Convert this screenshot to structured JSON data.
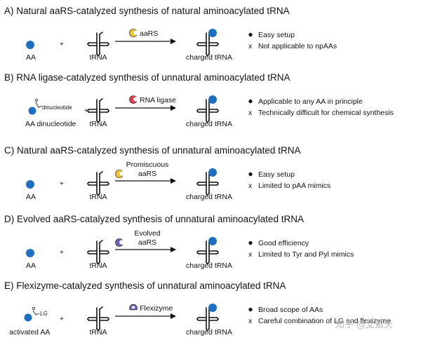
{
  "colors": {
    "aa": "#1f6fc0",
    "enzyme_yellow": "#f2c230",
    "enzyme_red": "#e4394a",
    "enzyme_purple": "#6b63b8",
    "line": "#111111"
  },
  "panels": [
    {
      "title": "A)  Natural aaRS-catalyzed synthesis of natural aminoacylated tRNA",
      "substrate_label": "AA",
      "substrate_sub": "",
      "substrate_lg": "",
      "trna_label": "tRNA",
      "enzyme_lines": [
        "aaRS"
      ],
      "enzyme_icon": "yellow-enzyme-icon",
      "product_label": "charged tRNA",
      "notes": [
        {
          "mark": "●",
          "text": "Easy setup"
        },
        {
          "mark": "x",
          "text": "Not applicable to npAAs"
        }
      ]
    },
    {
      "title": "B)  RNA ligase-catalyzed synthesis of unnatural aminoacylated tRNA",
      "substrate_label": "AA dinucleotide",
      "substrate_sub": "dinucleotide",
      "substrate_lg": "",
      "trna_label": "tRNA",
      "enzyme_lines": [
        "RNA ligase"
      ],
      "enzyme_icon": "red-enzyme-icon",
      "product_label": "charged tRNA",
      "notes": [
        {
          "mark": "●",
          "text": "Applicable to any AA in principle"
        },
        {
          "mark": "x",
          "text": "Technically difficult for chemical synthesis"
        }
      ]
    },
    {
      "title": "C)  Natural aaRS-catalyzed synthesis of unnatural aminoacylated tRNA",
      "substrate_label": "AA",
      "substrate_sub": "",
      "substrate_lg": "",
      "trna_label": "tRNA",
      "enzyme_lines": [
        "Promiscuous",
        "aaRS"
      ],
      "enzyme_icon": "yellow-enzyme-icon",
      "product_label": "charged tRNA",
      "notes": [
        {
          "mark": "●",
          "text": "Easy setup"
        },
        {
          "mark": "x",
          "text": "Limited to pAA mimics"
        }
      ]
    },
    {
      "title": "D)  Evolved aaRS-catalyzed synthesis of unnatural aminoacylated tRNA",
      "substrate_label": "AA",
      "substrate_sub": "",
      "substrate_lg": "",
      "trna_label": "tRNA",
      "enzyme_lines": [
        "Evolved",
        "aaRS"
      ],
      "enzyme_icon": "purple-enzyme-icon",
      "product_label": "charged tRNA",
      "notes": [
        {
          "mark": "●",
          "text": "Good efficiency"
        },
        {
          "mark": "x",
          "text": "Limited to Tyr and Pyl mimics"
        }
      ]
    },
    {
      "title": "E)  Flexizyme-catalyzed synthesis of unnatural aminoacylated tRNA",
      "substrate_label": "activated AA",
      "substrate_sub": "",
      "substrate_lg": "LG",
      "trna_label": "tRNA",
      "enzyme_lines": [
        "Flexizyme"
      ],
      "enzyme_icon": "flexizyme-icon",
      "product_label": "charged tRNA",
      "notes": [
        {
          "mark": "●",
          "text": "Broad scope of AAs"
        },
        {
          "mark": "x",
          "text": "Careful combination of LG and flexizyme"
        }
      ]
    }
  ],
  "plus_sign": "+",
  "watermark": "知乎 @艾道夫"
}
